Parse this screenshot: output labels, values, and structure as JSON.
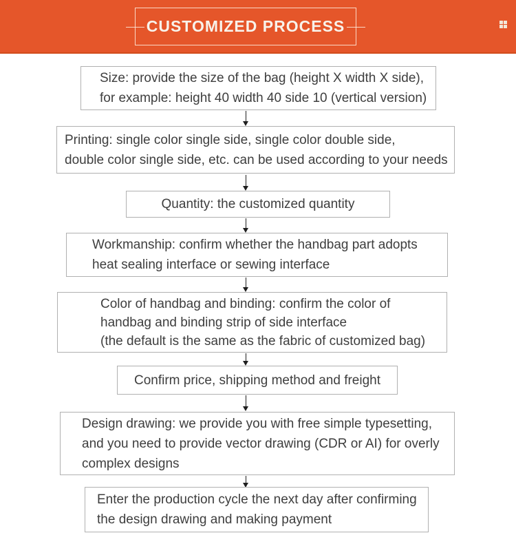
{
  "banner": {
    "title": "CUSTOMIZED PROCESS",
    "icons": {
      "top_right": "grid-icon"
    },
    "colors": {
      "background": "#E5562A",
      "title_text": "#F8F2EA",
      "title_border": "#F6E2D4"
    }
  },
  "flow": {
    "colors": {
      "box_border": "#B0B0B0",
      "text": "#3E3E3E",
      "arrow": "#1F1F1F"
    },
    "steps": [
      {
        "id": "size",
        "text": "Size: provide the size of the bag (height X width X side),\nfor example: height 40 width 40 side 10 (vertical version)"
      },
      {
        "id": "printing",
        "text": "Printing: single color single side, single color double side,\ndouble color single side, etc. can be used according to your needs"
      },
      {
        "id": "quantity",
        "text": "Quantity: the customized quantity"
      },
      {
        "id": "workmanship",
        "text": "Workmanship: confirm whether the handbag part adopts\nheat sealing interface or sewing interface"
      },
      {
        "id": "color",
        "text": "Color of handbag and binding: confirm the color of\nhandbag and binding strip of side interface\n(the default is the same as the fabric of customized bag)"
      },
      {
        "id": "price",
        "text": "Confirm price, shipping method and freight"
      },
      {
        "id": "design",
        "text": "Design drawing: we provide you with free simple typesetting,\nand you need to provide vector drawing (CDR or AI) for overly\ncomplex designs"
      },
      {
        "id": "production",
        "text": "Enter the production cycle the next day after confirming\nthe design drawing and making payment"
      }
    ]
  }
}
